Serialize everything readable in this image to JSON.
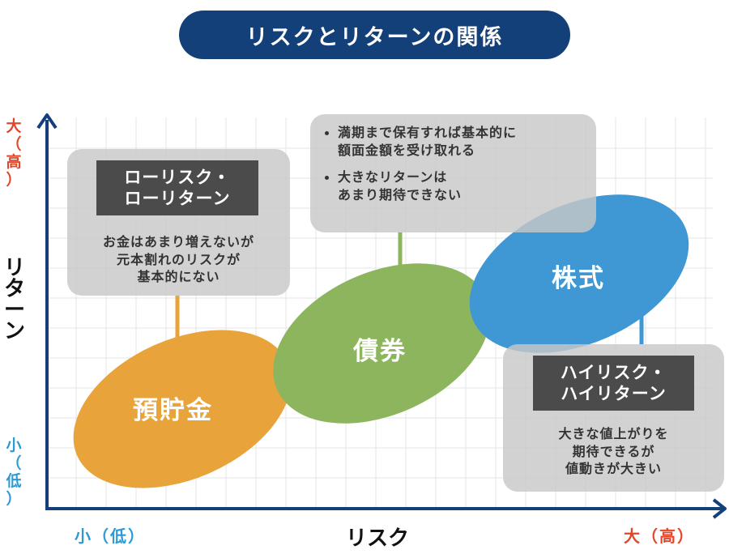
{
  "title": "リスクとリターンの関係",
  "axes": {
    "y_title": "リターン",
    "y_high": "大（高）",
    "y_low": "小（低）",
    "x_title": "リスク",
    "x_low": "小（低）",
    "x_high": "大（高）"
  },
  "items": {
    "deposit": {
      "label": "預貯金",
      "color": "#e8a33a"
    },
    "bond": {
      "label": "債券",
      "color": "#8cb55e"
    },
    "stock": {
      "label": "株式",
      "color": "#3f97d3"
    }
  },
  "cards": {
    "low": {
      "heading": "ローリスク・\nローリターン",
      "text": "お金はあまり増えないが\n元本割れのリスクが\n基本的にない"
    },
    "mid": {
      "bullets": [
        "満期まで保有すれば基本的に\n額面金額を受け取れる",
        "大きなリターンは\nあまり期待できない"
      ]
    },
    "high": {
      "heading": "ハイリスク・\nハイリターン",
      "text": "大きな値上がりを\n期待できるが\n値動きが大きい"
    }
  },
  "colors": {
    "title_bg": "#14407a",
    "axis": "#14407a",
    "high": "#e2472c",
    "low": "#2c9ad6",
    "grid": "#e4e4e4",
    "card": "#c8c8c8"
  }
}
